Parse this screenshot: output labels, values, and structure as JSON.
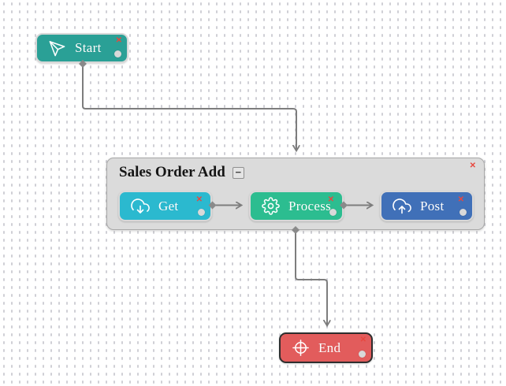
{
  "ui": {
    "close_glyph": "✕",
    "collapse_glyph": "−",
    "wire_color": "#7d7d7d",
    "canvas_bg": "#ffffff",
    "canvas_dot_color": "#cfcfd5"
  },
  "nodes": {
    "start": {
      "label": "Start",
      "color": "#2aa096",
      "icon": "send-icon"
    },
    "get": {
      "label": "Get",
      "color": "#2bb9cf",
      "icon": "cloud-download-icon"
    },
    "process": {
      "label": "Process",
      "color": "#2cbd90",
      "icon": "gear-icon"
    },
    "post": {
      "label": "Post",
      "color": "#4070b8",
      "icon": "cloud-upload-icon"
    },
    "end": {
      "label": "End",
      "color": "#e25c5c",
      "icon": "crosshair-icon"
    }
  },
  "group": {
    "title": "Sales Order Add",
    "color": "#dbdbdb"
  },
  "connections": [
    {
      "from": "Start",
      "to": "Sales Order Add"
    },
    {
      "from": "Get",
      "to": "Process"
    },
    {
      "from": "Process",
      "to": "Post"
    },
    {
      "from": "Sales Order Add",
      "to": "End"
    }
  ]
}
